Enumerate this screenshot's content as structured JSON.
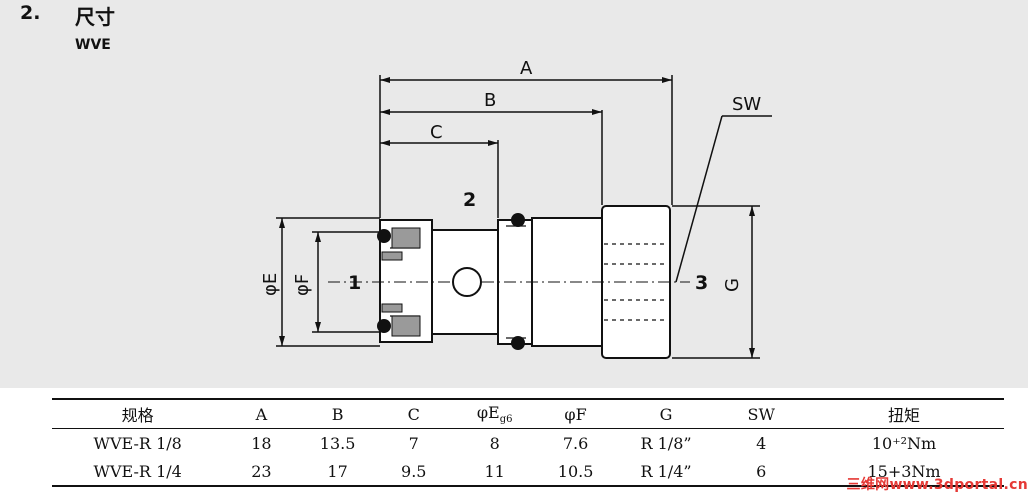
{
  "section": {
    "number": "2.",
    "title": "尺寸",
    "model": "WVE"
  },
  "drawing": {
    "dims": {
      "a": "A",
      "b": "B",
      "c": "C",
      "sw": "SW",
      "g": "G",
      "phi_e": "φE",
      "phi_f": "φF"
    },
    "ports": {
      "p1": "1",
      "p2": "2",
      "p3": "3"
    }
  },
  "table": {
    "headers": [
      "规格",
      "A",
      "B",
      "C",
      "φE",
      "φF",
      "G",
      "SW",
      "扭矩"
    ],
    "header_sub": "g6",
    "rows": [
      [
        "WVE-R 1/8",
        "18",
        "13.5",
        "7",
        "8",
        "7.6",
        "R 1/8”",
        "4",
        "10⁺²Nm"
      ],
      [
        "WVE-R 1/4",
        "23",
        "17",
        "9.5",
        "11",
        "10.5",
        "R 1/4”",
        "6",
        "15+3Nm"
      ]
    ]
  },
  "watermark": "三维网www.3dportal.cn"
}
